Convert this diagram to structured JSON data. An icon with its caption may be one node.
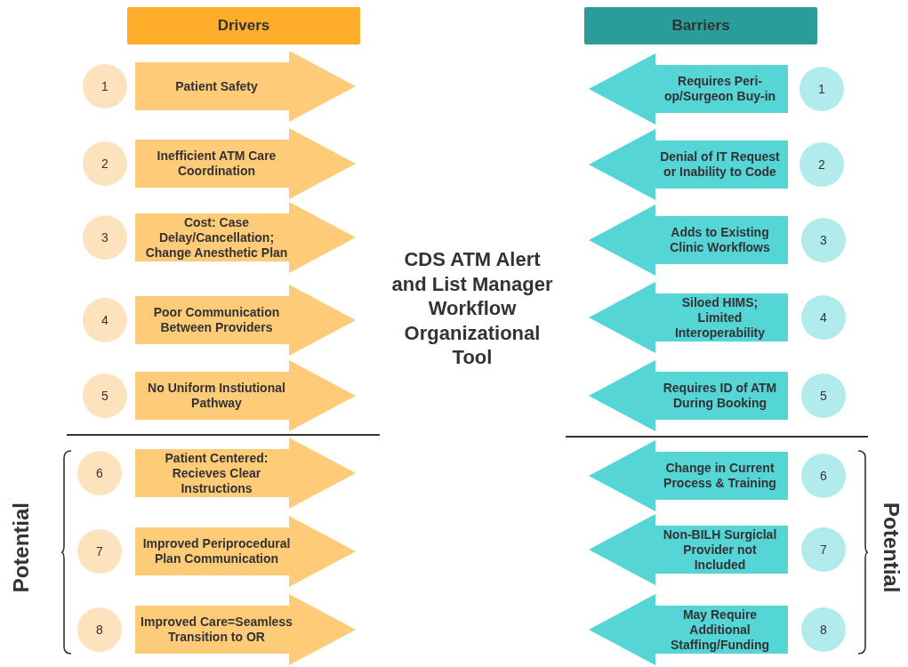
{
  "diagram": {
    "title": "CDS ATM Alert and List Manager Workflow Organizational Tool",
    "nodes": [
      {
        "text": [
          "Drivers"
        ]
      },
      {
        "text": [
          "Barriers"
        ]
      },
      {
        "text": [
          "1"
        ]
      },
      {
        "text": [
          "Patient Safety"
        ]
      },
      {
        "text": [
          "Requires Peri-op/Surgeon Buy-in"
        ]
      },
      {
        "text": [
          "1"
        ]
      },
      {
        "text": [
          "2"
        ]
      },
      {
        "text": [
          "Inefficient ATM Care Coordination"
        ]
      },
      {
        "text": [
          "Denial of IT Request or Inability to Code"
        ]
      },
      {
        "text": [
          "2"
        ]
      },
      {
        "text": [
          "3"
        ]
      },
      {
        "text": [
          "Cost: Case Delay/Cancellation; Change Anesthetic Plan"
        ]
      },
      {
        "text": [
          "Adds to Existing Clinic Workflows"
        ]
      },
      {
        "text": [
          "3"
        ]
      },
      {
        "text": [
          "4"
        ]
      },
      {
        "text": [
          "Poor Communication Between Providers"
        ]
      },
      {
        "text": [
          "Siloed HIMS; Limited Interoperability"
        ]
      },
      {
        "text": [
          "4"
        ]
      },
      {
        "text": [
          "5"
        ]
      },
      {
        "text": [
          "No Uniform Instiutional Pathway"
        ]
      },
      {
        "text": [
          "Requires ID of ATM During Booking"
        ]
      },
      {
        "text": [
          "5"
        ]
      },
      {
        "text": [
          "6"
        ]
      },
      {
        "text": [
          "Patient Centered: Recieves Clear Instructions"
        ]
      },
      {
        "text": [
          "Change in Current Process & Training"
        ]
      },
      {
        "text": [
          "6"
        ]
      },
      {
        "text": [
          "7"
        ]
      },
      {
        "text": [
          "Improved Periprocedural Plan Communication"
        ]
      },
      {
        "text": [
          "Non-BILH Surgiclal Provider not Included"
        ]
      },
      {
        "text": [
          "7"
        ]
      },
      {
        "text": [
          "8"
        ]
      },
      {
        "text": [
          "Improved Care=Seamless Transition to OR"
        ]
      },
      {
        "text": [
          "May Require Additional Staffing/Funding"
        ]
      },
      {
        "text": [
          "8"
        ]
      }
    ],
    "edges": [],
    "labels": [
      "Potential",
      "Potential"
    ]
  }
}
